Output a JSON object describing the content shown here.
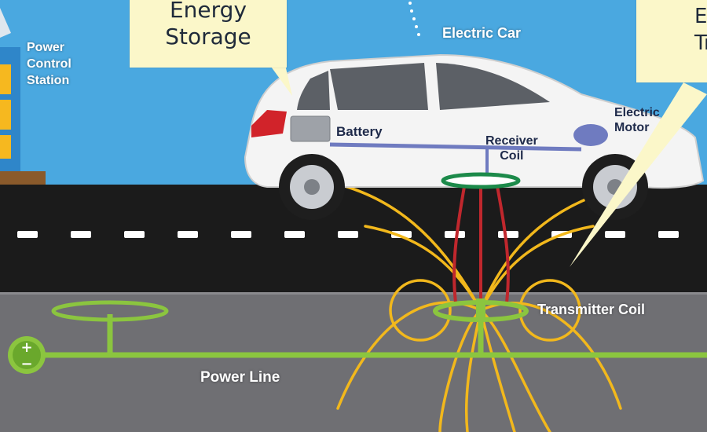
{
  "labels": {
    "power_control_station": [
      "Power",
      "Control",
      "Station"
    ],
    "energy_storage": [
      "Energy",
      "Storage"
    ],
    "electric_car": "Electric Car",
    "battery": "Battery",
    "receiver_coil": [
      "Receiver",
      "Coil"
    ],
    "electric_motor": [
      "Electric",
      "Motor"
    ],
    "transmitter_coil": "Transmitter Coil",
    "power_line": "Power Line",
    "cut_off_callout": [
      "E",
      "Tr"
    ]
  },
  "colors": {
    "sky": "#4aa8e0",
    "road": "#1b1b1b",
    "ground": "#6f6f73",
    "power_line": "#8bc53f",
    "field_lines": "#f2b81c",
    "callout_bg": "#fbf7c9",
    "car_body": "#f4f4f4",
    "tail_light": "#d1232a",
    "wiring": "#6f7bc0",
    "receiver_link": "#c0272d"
  },
  "icons": {
    "terminal": "plus-minus-terminal-icon"
  },
  "terminal_symbols": [
    "+",
    "−"
  ]
}
